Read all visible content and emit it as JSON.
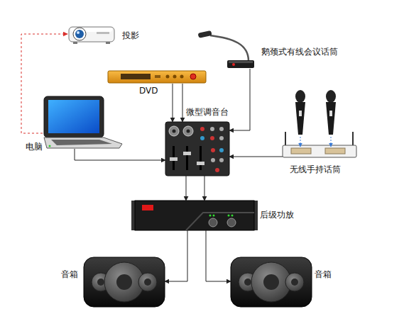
{
  "diagram": {
    "nodes": [
      {
        "text": [
          "投影"
        ]
      },
      {
        "text": [
          "鹅颈式有线会议话筒"
        ]
      },
      {
        "text": [
          "DVD"
        ]
      },
      {
        "text": [
          "微型调音台"
        ]
      },
      {
        "text": [
          "电脑"
        ]
      },
      {
        "text": [
          "无线手持话筒"
        ]
      },
      {
        "text": [
          "后级功放"
        ]
      },
      {
        "text": [
          "音箱"
        ]
      },
      {
        "text": [
          "音箱"
        ]
      }
    ],
    "edges": [
      {
        "from": 4,
        "to": 0,
        "arrow": "to"
      },
      {
        "from": 2,
        "to": 3,
        "arrow": "to"
      },
      {
        "from": 2,
        "to": 3,
        "arrow": "to"
      },
      {
        "from": 1,
        "to": 3,
        "arrow": "to"
      },
      {
        "from": 4,
        "to": 3,
        "arrow": "to"
      },
      {
        "from": 5,
        "to": 3,
        "arrow": "to"
      },
      {
        "from": 3,
        "to": 6,
        "arrow": "to"
      },
      {
        "from": 3,
        "to": 6,
        "arrow": "to"
      },
      {
        "from": 6,
        "to": 7,
        "arrow": "to"
      },
      {
        "from": 6,
        "to": 8,
        "arrow": "to"
      }
    ]
  }
}
